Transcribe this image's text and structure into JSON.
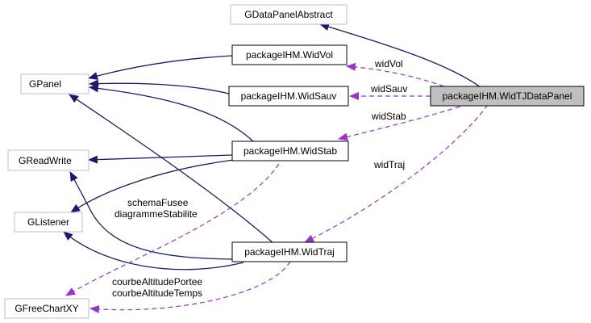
{
  "colors": {
    "inheritance": "#191970",
    "usage": "#9a32cd",
    "external_border": "#bfbfbf",
    "class_border": "#000000",
    "focus_fill": "#bfbfbf",
    "node_fill": "#ffffff"
  },
  "nodes": {
    "gdatapanelabstract": "GDataPanelAbstract",
    "gpanel": "GPanel",
    "greadwrite": "GReadWrite",
    "glistener": "GListener",
    "gfreechartxy": "GFreeChartXY",
    "widvol": "packageIHM.WidVol",
    "widsauv": "packageIHM.WidSauv",
    "widstab": "packageIHM.WidStab",
    "widtraj": "packageIHM.WidTraj",
    "widtjdatapanel": "packageIHM.WidTJDataPanel"
  },
  "edge_labels": {
    "widvol": "widVol",
    "widsauv": "widSauv",
    "widstab": "widStab",
    "widtraj": "widTraj",
    "stab_chart_1": "schemaFusee",
    "stab_chart_2": "diagrammeStabilite",
    "traj_chart_1": "courbeAltitudePortee",
    "traj_chart_2": "courbeAltitudeTemps"
  }
}
